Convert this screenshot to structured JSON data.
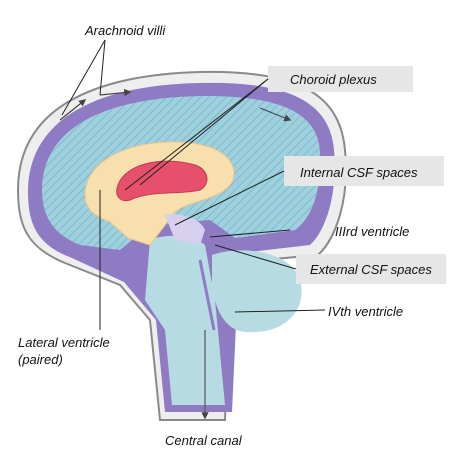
{
  "labels": {
    "arachnoid_villi": "Arachnoid villi",
    "choroid_plexus": "Choroid plexus",
    "internal_csf_spaces": "Internal CSF spaces",
    "third_ventricle": "IIIrd ventricle",
    "external_csf_spaces": "External CSF spaces",
    "fourth_ventricle": "IVth ventricle",
    "lateral_ventricle_line1": "Lateral ventricle",
    "lateral_ventricle_line2": "(paired)",
    "central_canal": "Central canal"
  },
  "colors": {
    "skull_outline": "#8a8a8a",
    "skull_fill": "#eeeeee",
    "csf_space": "#8f7bc4",
    "brain_hatch": "#6fb3cc",
    "brain_light": "#b7dbe3",
    "lateral_ventricle": "#f8dfae",
    "choroid_plexus": "#e6506a",
    "label_box": "#e6e6e6"
  }
}
